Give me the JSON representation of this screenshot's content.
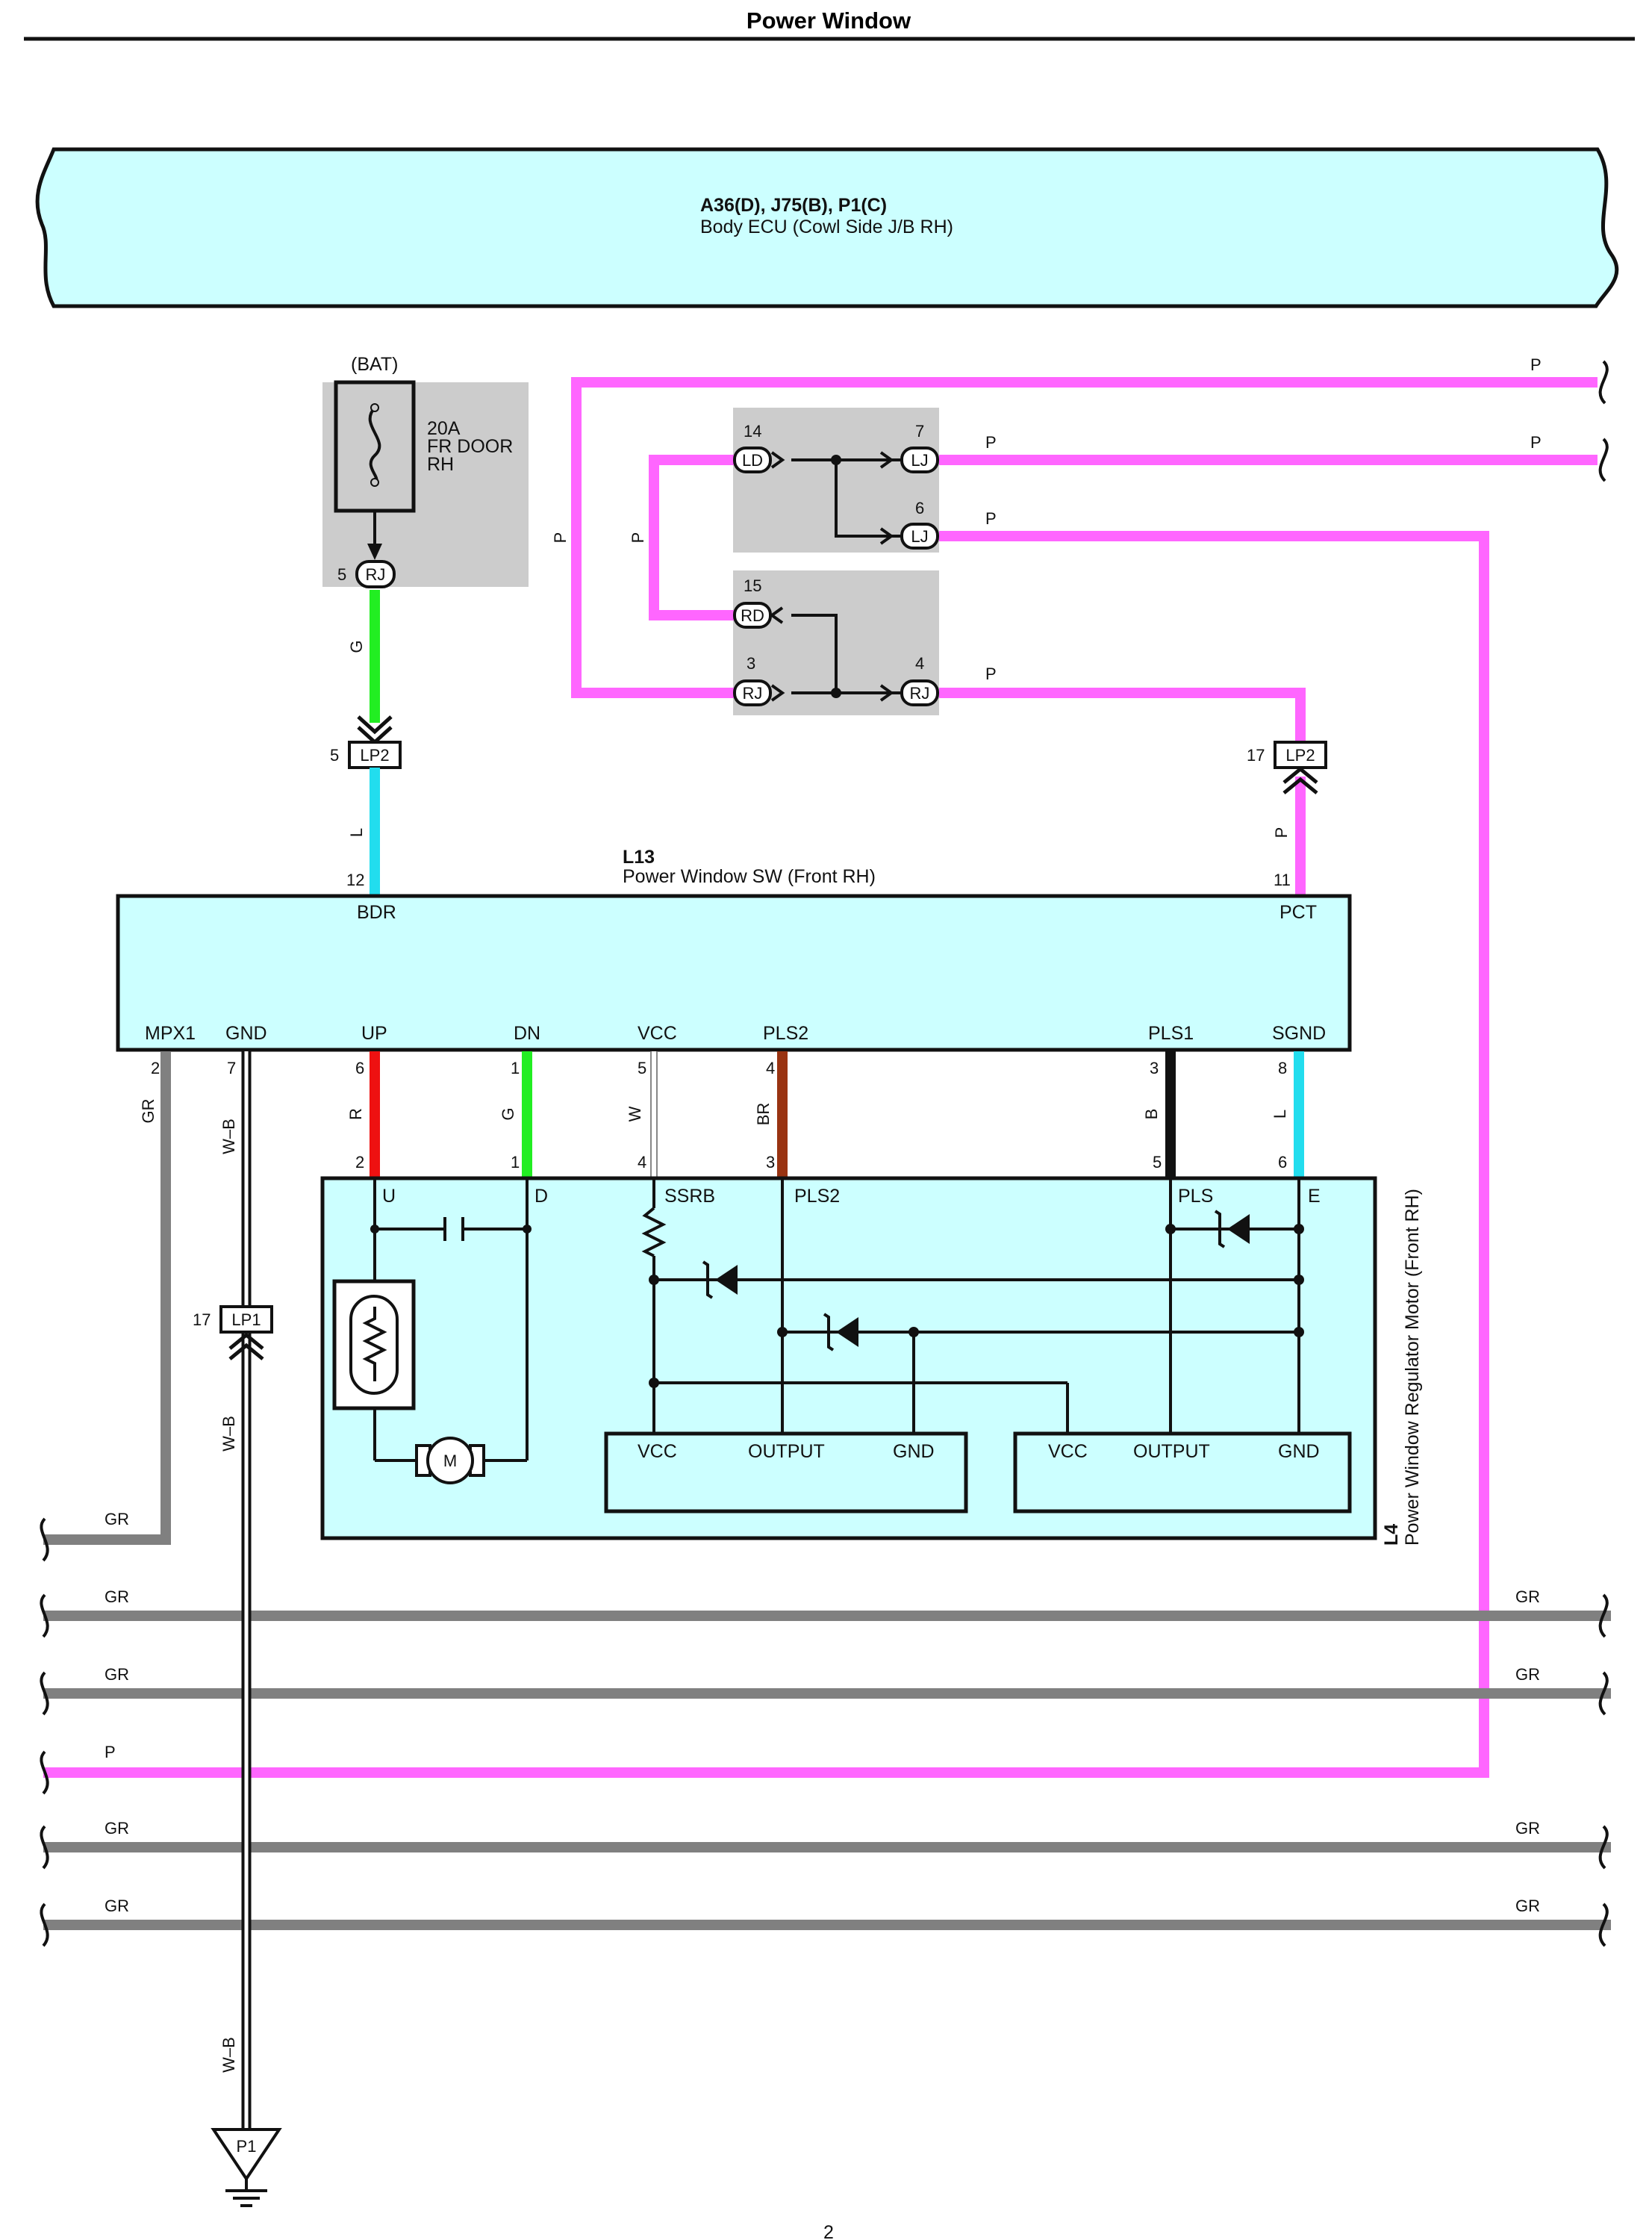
{
  "title": "Power Window",
  "body_ecu": {
    "code": "A36(D), J75(B), P1(C)",
    "name": "Body ECU (Cowl Side J/B RH)"
  },
  "fuse": {
    "source": "(BAT)",
    "rating": "20A",
    "name_line1": "FR DOOR",
    "name_line2": "RH",
    "terminal": "RJ",
    "pin": "5"
  },
  "junction_upper": {
    "left_conn": "LD",
    "left_pin": "14",
    "right_conn_1": "LJ",
    "right_pin_1": "7",
    "right_conn_2": "LJ",
    "right_pin_2": "6"
  },
  "junction_lower": {
    "top_conn": "RD",
    "top_pin": "15",
    "left_conn": "RJ",
    "left_pin": "3",
    "right_conn": "RJ",
    "right_pin": "4"
  },
  "connectors": {
    "lp2_left": {
      "label": "LP2",
      "pin": "5"
    },
    "lp2_right": {
      "label": "LP2",
      "pin": "17"
    },
    "lp1": {
      "label": "LP1",
      "pin": "17"
    },
    "ground": "P1"
  },
  "switch": {
    "code": "L13",
    "name": "Power Window SW (Front RH)",
    "top_terminals": [
      {
        "name": "BDR",
        "pin": "12"
      },
      {
        "name": "PCT",
        "pin": "11"
      }
    ],
    "bottom_terminals": [
      {
        "name": "MPX1",
        "pin": "2"
      },
      {
        "name": "GND",
        "pin": "7"
      },
      {
        "name": "UP",
        "pin": "6"
      },
      {
        "name": "DN",
        "pin": "1"
      },
      {
        "name": "VCC",
        "pin": "5"
      },
      {
        "name": "PLS2",
        "pin": "4"
      },
      {
        "name": "PLS1",
        "pin": "3"
      },
      {
        "name": "SGND",
        "pin": "8"
      }
    ]
  },
  "motor": {
    "code": "L4",
    "name": "Power Window Regulator Motor (Front RH)",
    "terminals": [
      {
        "name": "U",
        "pin": "2"
      },
      {
        "name": "D",
        "pin": "1"
      },
      {
        "name": "SSRB",
        "pin": "4"
      },
      {
        "name": "PLS2",
        "pin": "3"
      },
      {
        "name": "PLS",
        "pin": "5"
      },
      {
        "name": "E",
        "pin": "6"
      }
    ],
    "motor_label": "M",
    "ic1": {
      "vcc": "VCC",
      "output": "OUTPUT",
      "gnd": "GND"
    },
    "ic2": {
      "vcc": "VCC",
      "output": "OUTPUT",
      "gnd": "GND"
    }
  },
  "wire_colors": {
    "G": "G",
    "L": "L",
    "P": "P",
    "R": "R",
    "W": "W",
    "BR": "BR",
    "B": "B",
    "GR": "GR",
    "WB": "W–B"
  },
  "colors": {
    "ecu_fill": "#ccffff",
    "gray_box": "#cccccc",
    "pink": "#ff66ff",
    "green": "#22ee22",
    "cyan": "#22ddee",
    "red": "#ee1111",
    "brown": "#993311",
    "gray_wire": "#808080",
    "black": "#111111"
  },
  "page_number": "2"
}
